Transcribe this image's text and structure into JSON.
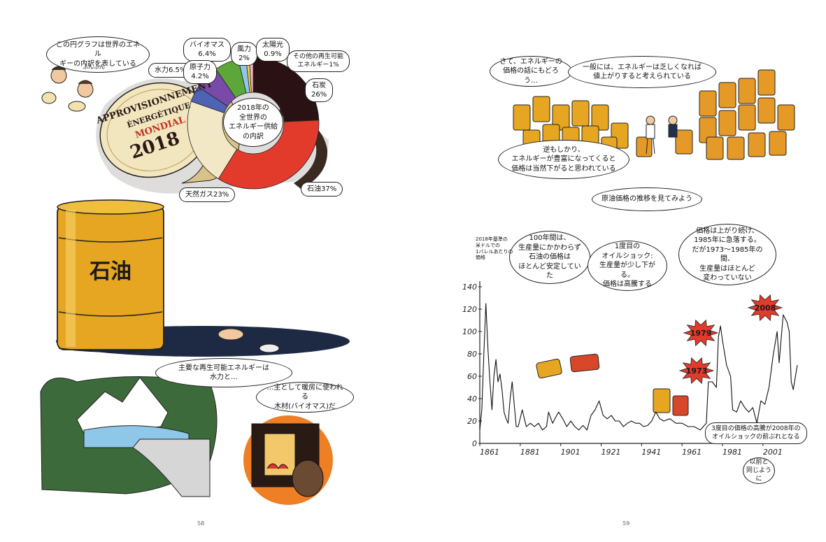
{
  "left_page": {
    "pie_intro_bubble": "この円グラフは世界のエネル\nギーの内訳を表している",
    "pie_aside": "ふんふん",
    "cheese_label_top": "APPROVISIONNEMENT",
    "cheese_label_mid": "ÉNERGÉTIQUE",
    "cheese_label_brand": "MONDIAL",
    "cheese_label_year": "2018",
    "pie_center": "2018年の\n全世界の\nエネルギー供給\nの内訳",
    "pie_labels": {
      "biomass": "バイオマス\n6.4%",
      "wind": "風力\n2%",
      "solar": "太陽光\n0.9%",
      "other": "その他の再生可能\nエネルギー1%",
      "hydro": "水力6.5%",
      "nuclear": "原子力\n4.2%",
      "coal": "石炭\n26%",
      "gas": "天然ガス23%",
      "oil": "石油37%"
    },
    "barrel_label": "石油",
    "renewables_bubble": "主要な再生可能エネルギーは\n水力と…",
    "wood_bubble": "…主として暖房に使われる\n木材(バイオマス)だ",
    "page_number": "58"
  },
  "right_page": {
    "bubble_back": "さて、エネルギーの\n価格の話にもどろう…",
    "bubble_general": "一般には、エネルギーは乏しくなれば\n値上がりすると考えられている",
    "bubble_reverse": "逆もしかり、\nエネルギーが豊富になってくると\n価格は当然下がると思われている",
    "bubble_look": "原油価格の推移を見てみよう",
    "bubble_100years": "100年間は、\n生産量にかかわらず\n石油の価格は\nほとんど安定していた",
    "bubble_first_shock": "1度目の\nオイルショック:\n生産量が少し下がる。\n価格は高騰する",
    "bubble_rise": "価格は上がり続け、\n1985年に急落する。\nだが1973〜1985年の間、\n生産量はほとんど\n変わっていない",
    "bubble_third": "3度目の価格の高騰が2008年の\nオイルショックの前ぶれとなる",
    "bubble_same": "以前と\n同じように",
    "burst_labels": [
      "1973",
      "1979",
      "2008"
    ],
    "page_number": "59"
  },
  "chart_data": [
    {
      "type": "pie",
      "title": "2018年の全世界のエネルギー供給の内訳",
      "slices": [
        {
          "name": "石炭",
          "value": 26,
          "color": "#2a1214"
        },
        {
          "name": "石油",
          "value": 37,
          "color": "#e23b2c"
        },
        {
          "name": "天然ガス",
          "value": 23,
          "color": "#f2e8c6"
        },
        {
          "name": "原子力",
          "value": 4.2,
          "color": "#4f63b5"
        },
        {
          "name": "水力",
          "value": 6.5,
          "color": "#7a4aa8"
        },
        {
          "name": "バイオマス",
          "value": 6.4,
          "color": "#5da63a"
        },
        {
          "name": "風力",
          "value": 2,
          "color": "#8fc7e8"
        },
        {
          "name": "太陽光",
          "value": 0.9,
          "color": "#f5d23a"
        },
        {
          "name": "その他の再生可能エネルギー",
          "value": 1,
          "color": "#f3b8c6"
        }
      ]
    },
    {
      "type": "line",
      "ylabel": "2018年基準の\n米ドルでの\n1バレルあたりの\n価格",
      "x_ticks": [
        "1861",
        "1881",
        "1901",
        "1921",
        "1941",
        "1961",
        "1981",
        "2001"
      ],
      "y_ticks": [
        0,
        20,
        40,
        60,
        80,
        100,
        120,
        140
      ],
      "xlim": [
        1861,
        2018
      ],
      "ylim": [
        0,
        140
      ],
      "series": [
        {
          "x": [
            1861,
            1862,
            1863,
            1864,
            1865,
            1866,
            1867,
            1868,
            1869,
            1870,
            1871,
            1872,
            1873,
            1874,
            1875,
            1876,
            1877,
            1878,
            1879,
            1880,
            1882,
            1884,
            1886,
            1888,
            1890,
            1892,
            1894,
            1895,
            1897,
            1899,
            1900,
            1902,
            1904,
            1906,
            1908,
            1910,
            1912,
            1914,
            1916,
            1918,
            1920,
            1922,
            1924,
            1926,
            1928,
            1930,
            1932,
            1934,
            1936,
            1938,
            1940,
            1942,
            1944,
            1946,
            1948,
            1950,
            1952,
            1955,
            1958,
            1961,
            1964,
            1967,
            1970,
            1973,
            1974,
            1976,
            1978,
            1979,
            1980,
            1981,
            1983,
            1985,
            1986,
            1988,
            1990,
            1992,
            1994,
            1996,
            1998,
            2000,
            2002,
            2004,
            2006,
            2008,
            2009,
            2011,
            2013,
            2014,
            2015,
            2016,
            2018
          ],
          "y": [
            12,
            30,
            80,
            125,
            85,
            55,
            30,
            60,
            75,
            55,
            62,
            48,
            28,
            22,
            18,
            40,
            55,
            35,
            15,
            15,
            30,
            15,
            18,
            15,
            18,
            12,
            15,
            28,
            18,
            25,
            28,
            22,
            15,
            20,
            15,
            12,
            16,
            12,
            25,
            30,
            38,
            25,
            22,
            25,
            20,
            20,
            15,
            18,
            20,
            18,
            18,
            15,
            16,
            20,
            28,
            22,
            20,
            22,
            18,
            18,
            15,
            15,
            12,
            18,
            55,
            55,
            50,
            95,
            105,
            92,
            70,
            60,
            30,
            28,
            38,
            32,
            28,
            32,
            18,
            38,
            35,
            50,
            78,
            100,
            72,
            115,
            108,
            100,
            55,
            48,
            70
          ]
        }
      ]
    }
  ]
}
